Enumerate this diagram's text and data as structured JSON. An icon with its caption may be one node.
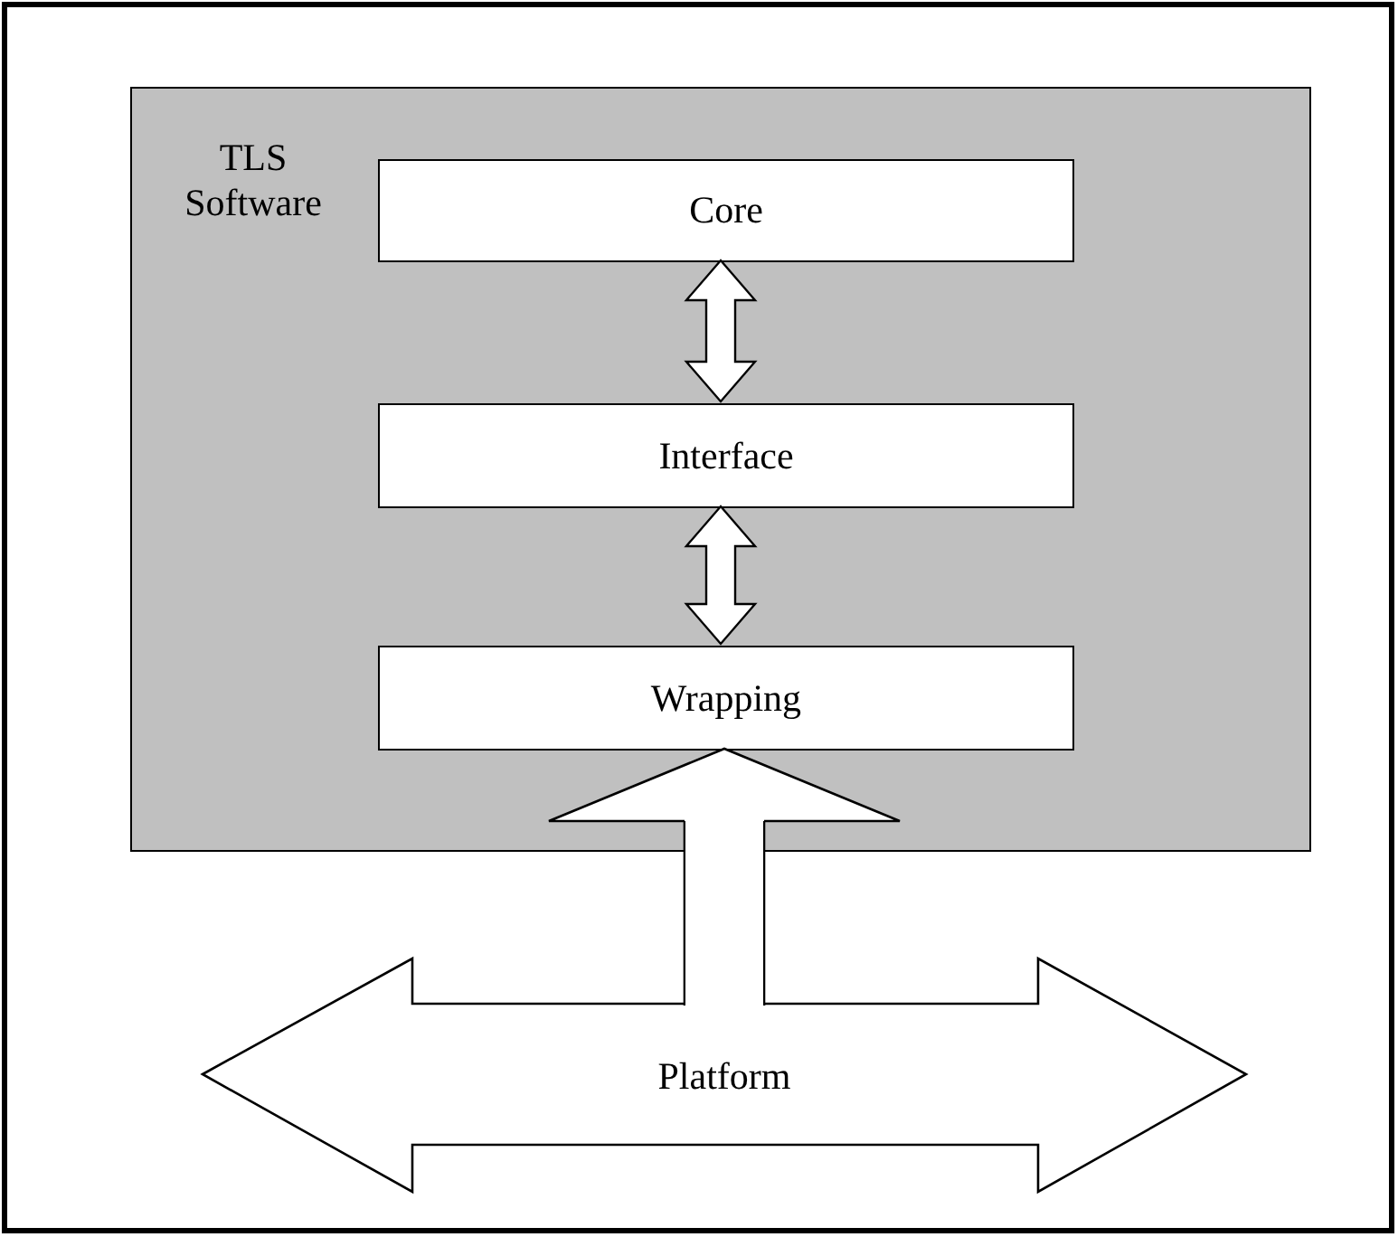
{
  "diagram": {
    "nodes": [
      {
        "text": [
          "TLS Software"
        ]
      },
      {
        "text": [
          "Core"
        ],
        "in": 0
      },
      {
        "text": [
          "Interface"
        ],
        "in": 0
      },
      {
        "text": [
          "Wrapping"
        ],
        "in": 0
      },
      {
        "text": [
          "Platform"
        ]
      }
    ],
    "edges": [
      {
        "from": 1,
        "to": 2,
        "arrow": "both"
      },
      {
        "from": 2,
        "to": 3,
        "arrow": "both"
      },
      {
        "from": 4,
        "to": 3,
        "arrow": "to"
      }
    ]
  }
}
